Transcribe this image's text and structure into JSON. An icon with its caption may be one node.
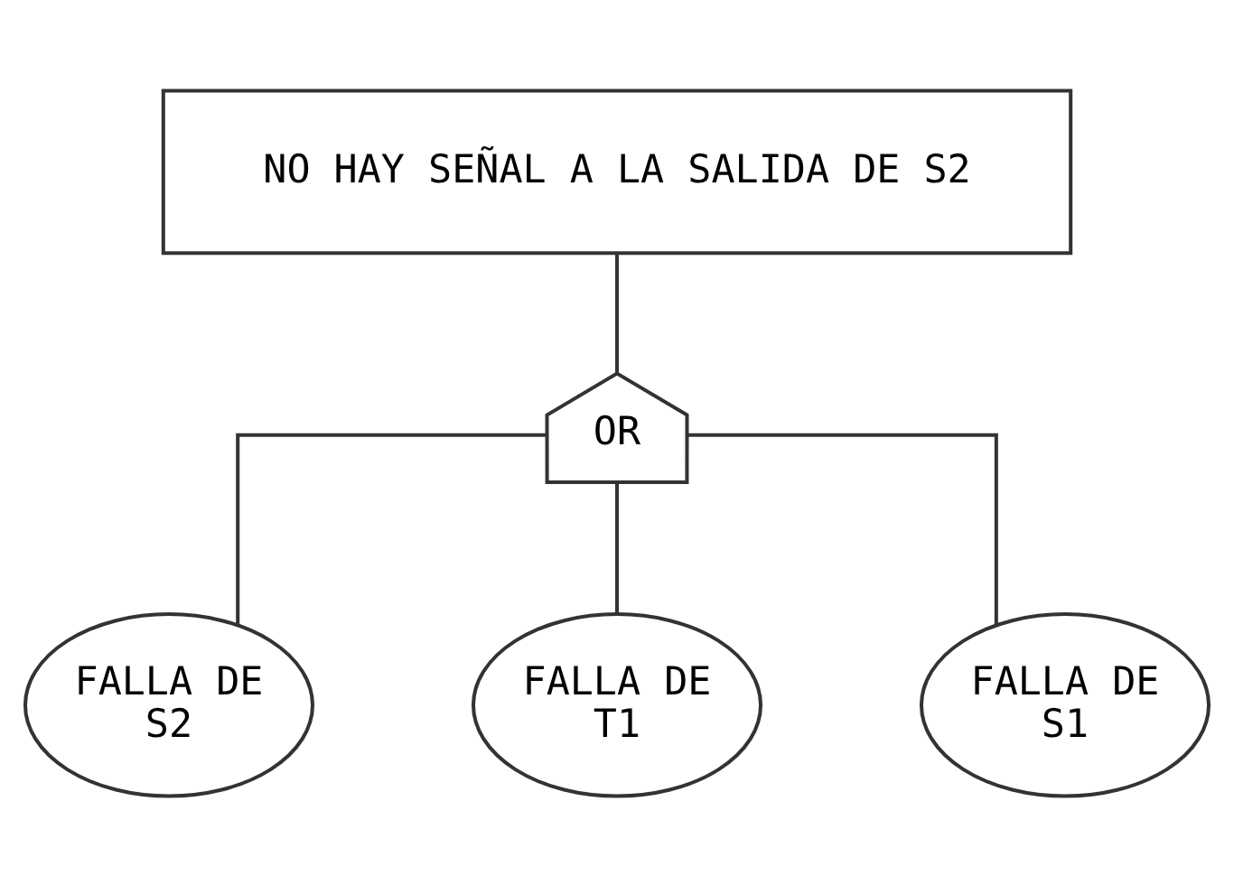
{
  "diagram": {
    "nodes": [
      {
        "text": [
          "NO HAY SEÑAL A LA SALIDA DE S2"
        ]
      },
      {
        "text": [
          "OR"
        ]
      },
      {
        "text": [
          "FALLA DE S2"
        ]
      },
      {
        "text": [
          "FALLA DE T1"
        ]
      },
      {
        "text": [
          "FALLA DE S1"
        ]
      }
    ],
    "edges": [
      {
        "from": 0,
        "to": 1,
        "arrow": "none"
      },
      {
        "from": 1,
        "to": 2,
        "arrow": "none"
      },
      {
        "from": 1,
        "to": 3,
        "arrow": "none"
      },
      {
        "from": 1,
        "to": 4,
        "arrow": "none"
      }
    ]
  }
}
